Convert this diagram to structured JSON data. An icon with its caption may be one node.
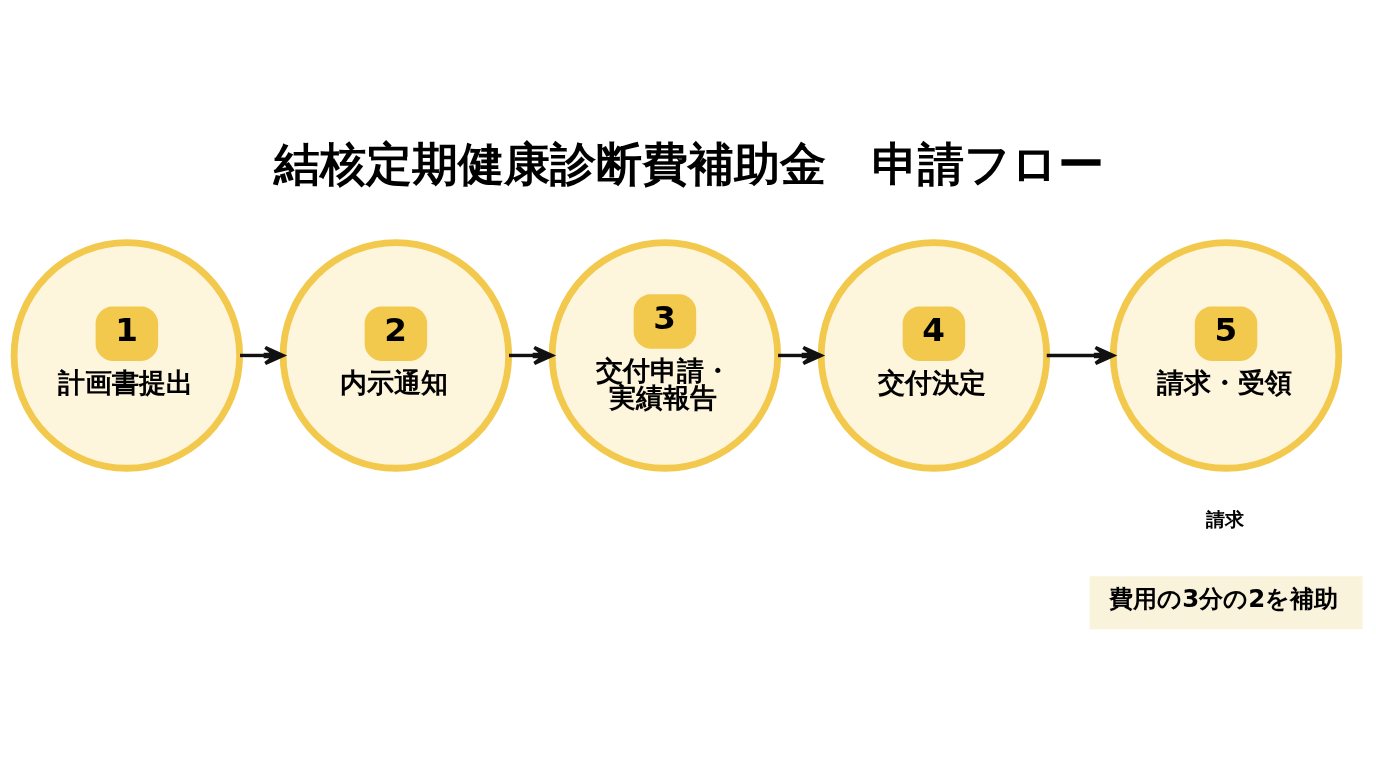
{
  "diagram": {
    "title": "結核定期健康診断費補助金　申請フロー",
    "nodes": [
      {
        "text": [
          "1",
          "計画書提出"
        ]
      },
      {
        "text": [
          "2",
          "内示通知"
        ]
      },
      {
        "text": [
          "3",
          "交付申請・実績報告"
        ]
      },
      {
        "text": [
          "4",
          "交付決定"
        ]
      },
      {
        "text": [
          "5",
          "請求・受領"
        ]
      },
      {
        "text": [
          "費用の3分の2を補助"
        ]
      }
    ],
    "edges": [
      {
        "from": 0,
        "to": 1,
        "arrow": "to"
      },
      {
        "from": 1,
        "to": 2,
        "arrow": "to"
      },
      {
        "from": 2,
        "to": 3,
        "arrow": "to"
      },
      {
        "from": 3,
        "to": 4,
        "arrow": "to"
      }
    ],
    "labels": [
      "請求"
    ]
  }
}
